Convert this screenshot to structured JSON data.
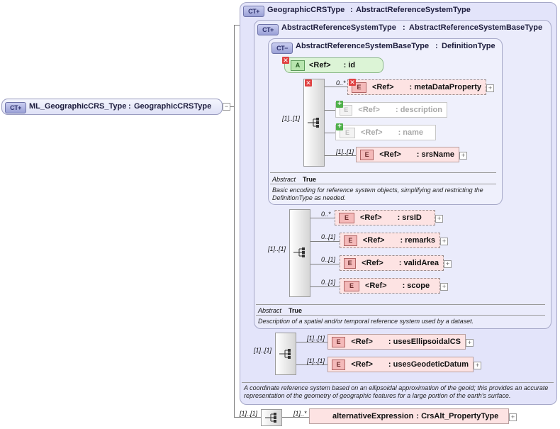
{
  "diagram": {
    "root": {
      "badge": "CT",
      "name": "ML_GeographicCRS_Type",
      "type": "GeographicCRSType"
    },
    "ct_geographic": {
      "badge": "CT",
      "name": "GeographicCRSType",
      "base": "AbstractReferenceSystemType"
    },
    "ct_abstract_rs": {
      "badge": "CT",
      "name": "AbstractReferenceSystemType",
      "base": "AbstractReferenceSystemBaseType"
    },
    "ct_base": {
      "badge": "CT",
      "name": "AbstractReferenceSystemBaseType",
      "base": "DefinitionType"
    },
    "attr_id": {
      "badge": "A",
      "ref": "<Ref>",
      "name": ": id"
    },
    "base_seq": {
      "cardinality": "[1]..[1]",
      "items": [
        {
          "badge": "E",
          "ref": "<Ref>",
          "name": ": metaDataProperty",
          "cardinality": "0..*"
        },
        {
          "badge": "E",
          "ref": "<Ref>",
          "name": ": description",
          "cardinality": ""
        },
        {
          "badge": "E",
          "ref": "<Ref>",
          "name": ": name",
          "cardinality": ""
        },
        {
          "badge": "E",
          "ref": "<Ref>",
          "name": ": srsName",
          "cardinality": "[1]..[1]"
        }
      ]
    },
    "base_props": {
      "abstract_label": "Abstract",
      "abstract_value": "True",
      "description": "Basic encoding for reference system objects, simplifying and restricting the DefinitionType as needed."
    },
    "rs_seq": {
      "cardinality": "[1]..[1]",
      "items": [
        {
          "badge": "E",
          "ref": "<Ref>",
          "name": ": srsID",
          "cardinality": "0..*"
        },
        {
          "badge": "E",
          "ref": "<Ref>",
          "name": ": remarks",
          "cardinality": "0..[1]"
        },
        {
          "badge": "E",
          "ref": "<Ref>",
          "name": ": validArea",
          "cardinality": "0..[1]"
        },
        {
          "badge": "E",
          "ref": "<Ref>",
          "name": ": scope",
          "cardinality": "0..[1]"
        }
      ]
    },
    "rs_props": {
      "abstract_label": "Abstract",
      "abstract_value": "True",
      "description": "Description of a spatial and/or temporal reference system used by a dataset."
    },
    "geo_seq": {
      "cardinality": "[1]..[1]",
      "items": [
        {
          "badge": "E",
          "ref": "<Ref>",
          "name": ": usesEllipsoidalCS",
          "cardinality": "[1]..[1]"
        },
        {
          "badge": "E",
          "ref": "<Ref>",
          "name": ": usesGeodeticDatum",
          "cardinality": "[1]..[1]"
        }
      ]
    },
    "geo_desc": "A coordinate reference system based on an ellipsoidal approximation of the geoid; this provides an accurate representation of the geometry of geographic features for a large portion of the earth's surface.",
    "root_seq": {
      "cardinality": "[1]..[1]",
      "item": {
        "name": "alternativeExpression",
        "type": ": CrsAlt_PropertyType",
        "cardinality": "[1]..*"
      }
    },
    "icons": {
      "remove": "x-mark-icon",
      "add": "plus-icon",
      "expand": "expand-icon",
      "sequence": "sequence-icon"
    }
  }
}
